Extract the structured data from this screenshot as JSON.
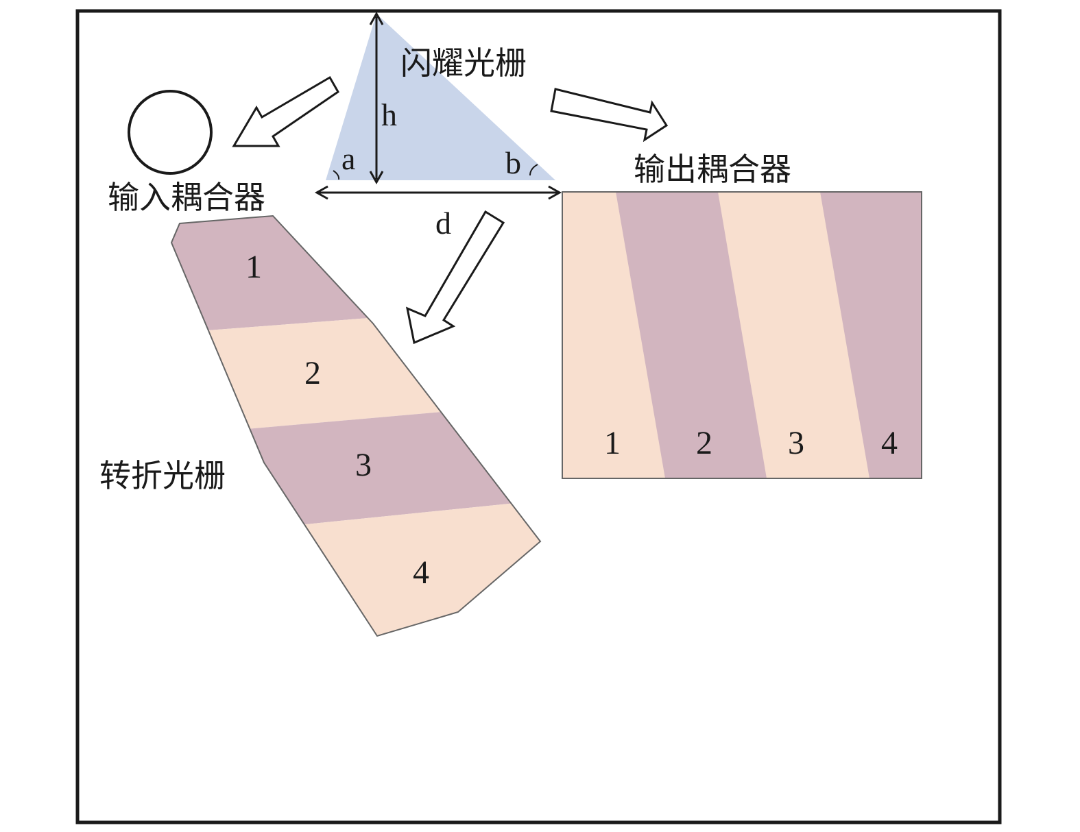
{
  "labels": {
    "blazed_grating": "闪耀光栅",
    "input_coupler": "输入耦合器",
    "output_coupler": "输出耦合器",
    "turning_grating": "转折光栅"
  },
  "dimensions": {
    "height": "h",
    "period": "d",
    "angle_left": "a",
    "angle_right": "b"
  },
  "turning_grating_regions": [
    "1",
    "2",
    "3",
    "4"
  ],
  "output_coupler_regions": [
    "1",
    "2",
    "3",
    "4"
  ],
  "colors": {
    "triangle_fill": "#c9d5ea",
    "region_dark": "#d2b5bf",
    "region_light": "#f8dfcf",
    "stroke": "#1a1a1a",
    "shape_border": "#666666"
  }
}
